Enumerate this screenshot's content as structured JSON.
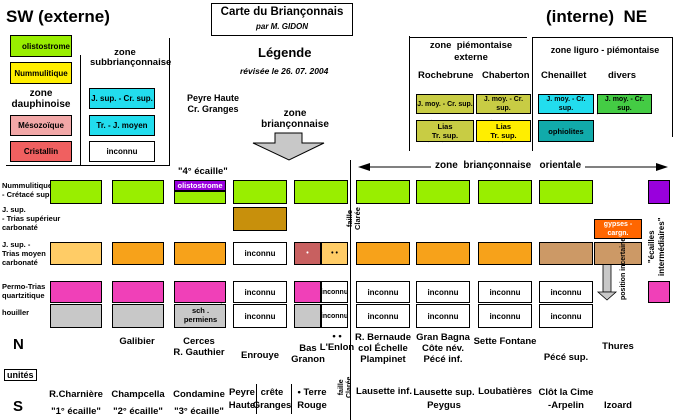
{
  "header": {
    "sw": "SW  (externe)",
    "ne": "(interne)  NE",
    "title": "Carte du Briançonnais",
    "author": "par M. GIDON",
    "legend_title": "Légende",
    "revised": "révisée le  26. 07. 2004"
  },
  "legend_left": {
    "olistostrome": "olistostrome",
    "nummulitique": "Nummulitique",
    "zone_dauph": "zone\ndauphinoise",
    "mesozoique": "Mésozoïque",
    "cristallin": "Cristallin",
    "zone_subbri": "zone\nsubbriançonnaise",
    "jsup_cr": "J. sup. - Cr. sup.",
    "tr_jmoy": "Tr. - J. moyen",
    "inconnu": "inconnu"
  },
  "middle": {
    "peyre_haute": "Peyre Haute\nCr. Granges",
    "zone_bri": "zone\nbriançonnaise",
    "quatrieme": "\"4° écaille\""
  },
  "legend_right": {
    "zone_piem": "zone  piémontaise\nexterne",
    "zone_ligpiem": "zone  liguro - piémontaise",
    "rochebrune": "Rochebrune",
    "chaberton": "Chaberton",
    "chenaillet": "Chenaillet",
    "divers": "divers",
    "jmoy_crsup": "J. moy. - Cr. sup.",
    "lias_tr": "Lias\nTr. sup.",
    "ophiolites": "ophiolites"
  },
  "zone_arrow": "zone  briançonnaise   orientale",
  "row_labels": {
    "r1": "Nummulitique\n- Crétacé sup.",
    "r2": "J. sup.\n- Trias supérieur\ncarbonaté",
    "r3": "J. sup. -\nTrias moyen\ncarbonaté",
    "r4": "Permo-Trias\nquartzitique",
    "r5": "houiller"
  },
  "cells": {
    "olisto": "olistostrome",
    "inconnu": "inconnu",
    "sch_permiens": "sch . permiens",
    "gypses": "gypses - cargn.",
    "dot1": "•",
    "dot2": "• •"
  },
  "faille": "faille\nClarée",
  "position_incertaine": "position incertaine",
  "ecailles": "\"écailles\nintermédiaires\"",
  "N": "N",
  "S": "S",
  "unites": "unités",
  "n_labels": {
    "galibier": "Galibier",
    "cerces": "Cerces\nR. Gauthier",
    "enrouye": "Enrouye",
    "bas_granon": "Bas\nGranon",
    "lenlon": "• •\nL'Enlon",
    "bernaude": "R. Bernaude\ncol Échelle\nPlampinet",
    "gran_bagna": "Gran Bagna\nCôte név.\nPécé inf.",
    "sette": "Sette Fontane",
    "pece_sup": "Pécé sup.",
    "thures": "Thures"
  },
  "s_labels": {
    "rch": "R.Charnière\n\"1° écaille\"",
    "champcella": "Champcella\n\"2° écaille\"",
    "condamine": "Condamine\n\"3° écaille\"",
    "peyre": "Peyre\nHaute",
    "crete": "crête\nGranges",
    "terre": "• Terre\nRouge",
    "faille_s": "faille\nClarée",
    "lausette_inf": "Lausette inf.",
    "lausette_sup": "Lausette sup.\nPeygus",
    "loubatieres": "Loubatières",
    "clot": "Clôt la Cime\n-Arpelin",
    "izoard": "Izoard"
  },
  "colors": {
    "green": "#99ee00",
    "orange": "#f7a21a",
    "gold": "#c8900c",
    "pink": "#f040b8",
    "gray": "#c8c8c8",
    "purple": "#9900dd",
    "tan": "#c89060",
    "tan2": "#cc9966",
    "redbrown": "#c86060",
    "lightorange": "#ffcc66",
    "cyan": "#22ddee",
    "jaune": "#ffee00",
    "salmon": "#f2a7a7",
    "red": "#f06060",
    "olive": "#c8cc44",
    "teal": "#11aaaa",
    "orangered": "#ff6600",
    "greendark": "#44cc44",
    "mauve": "#bb66bb"
  }
}
